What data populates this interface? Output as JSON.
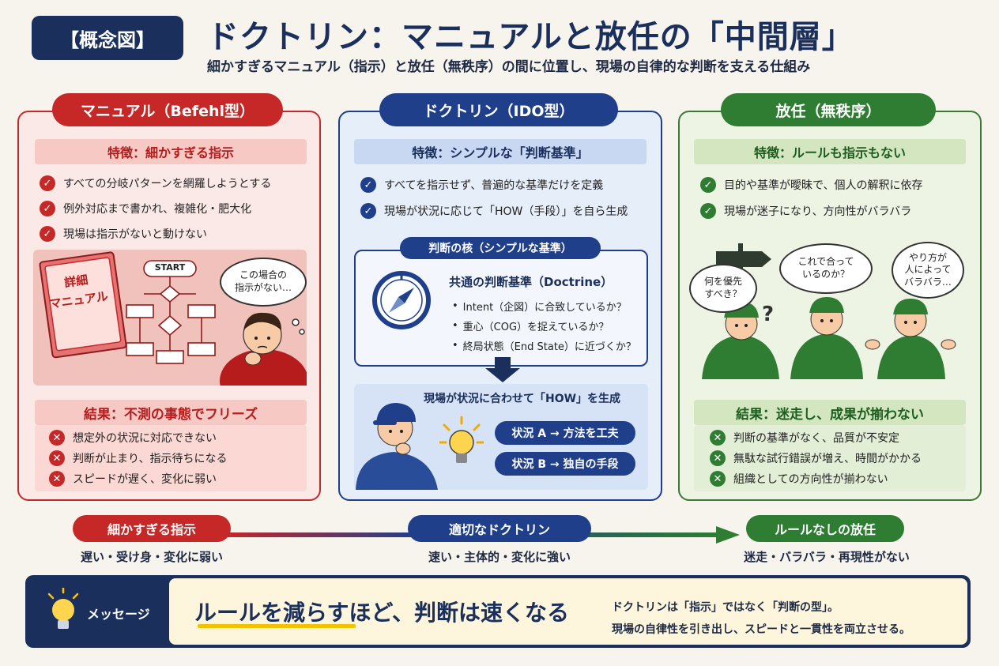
{
  "header": {
    "tag": "【概念図】",
    "title": "ドクトリン：マニュアルと放任の「中間層」",
    "subtitle": "細かすぎるマニュアル（指示）と放任（無秩序）の間に位置し、現場の自律的な判断を支える仕組み"
  },
  "columns": {
    "manual": {
      "label": "マニュアル（Befehl型）",
      "feature": "特徴：細かすぎる指示",
      "features": [
        "すべての分岐パターンを網羅しようとする",
        "例外対応まで書かれ、複雑化・肥大化",
        "現場は指示がないと動けない"
      ],
      "book": "詳細\nマニュアル",
      "flow_start": "START",
      "bubble": "この場合の\n指示がない…",
      "result": "結果：不測の事態でフリーズ",
      "results": [
        "想定外の状況に対応できない",
        "判断が止まり、指示待ちになる",
        "スピードが遅く、変化に弱い"
      ]
    },
    "doctrine": {
      "label": "ドクトリン（IDO型）",
      "feature": "特徴：シンプルな「判断基準」",
      "features": [
        "すべてを指示せず、普遍的な基準だけを定義",
        "現場が状況に応じて「HOW（手段）」を自ら生成"
      ],
      "core_label": "判断の核（シンプルな基準）",
      "core_title": "共通の判断基準（Doctrine）",
      "core_items": [
        "Intent（企図）に合致しているか？",
        "重心（COG）を捉えているか？",
        "終局状態（End State）に近づくか？"
      ],
      "generate": "現場が状況に合わせて「HOW」を生成",
      "situations": [
        "状況 A → 方法を工夫",
        "状況 B → 独自の手段"
      ]
    },
    "laissez": {
      "label": "放任（無秩序）",
      "feature": "特徴：ルールも指示もない",
      "features": [
        "目的や基準が曖昧で、個人の解釈に依存",
        "現場が迷子になり、方向性がバラバラ"
      ],
      "bubbles": [
        "何を優先\nすべき？",
        "これで合って\nいるのか？",
        "やり方が\n人によって\nバラバラ…"
      ],
      "result": "結果：迷走し、成果が揃わない",
      "results": [
        "判断の基準がなく、品質が不安定",
        "無駄な試行錯誤が増え、時間がかかる",
        "組織としての方向性が揃わない"
      ]
    }
  },
  "spectrum": [
    {
      "label": "細かすぎる指示",
      "caption": "遅い・受け身・変化に弱い"
    },
    {
      "label": "適切なドクトリン",
      "caption": "速い・主体的・変化に強い"
    },
    {
      "label": "ルールなしの放任",
      "caption": "迷走・バラバラ・再現性がない"
    }
  ],
  "message": {
    "label": "メッセージ",
    "headline": "ルールを減らすほど、判断は速くなる",
    "line1": "ドクトリンは「指示」ではなく「判断の型」。",
    "line2": "現場の自律性を引き出し、スピードと一貫性を両立させる。"
  },
  "colors": {
    "red": "#c62828",
    "blue": "#1f3f8a",
    "green": "#2e7d32",
    "navy": "#1a2f5c"
  }
}
